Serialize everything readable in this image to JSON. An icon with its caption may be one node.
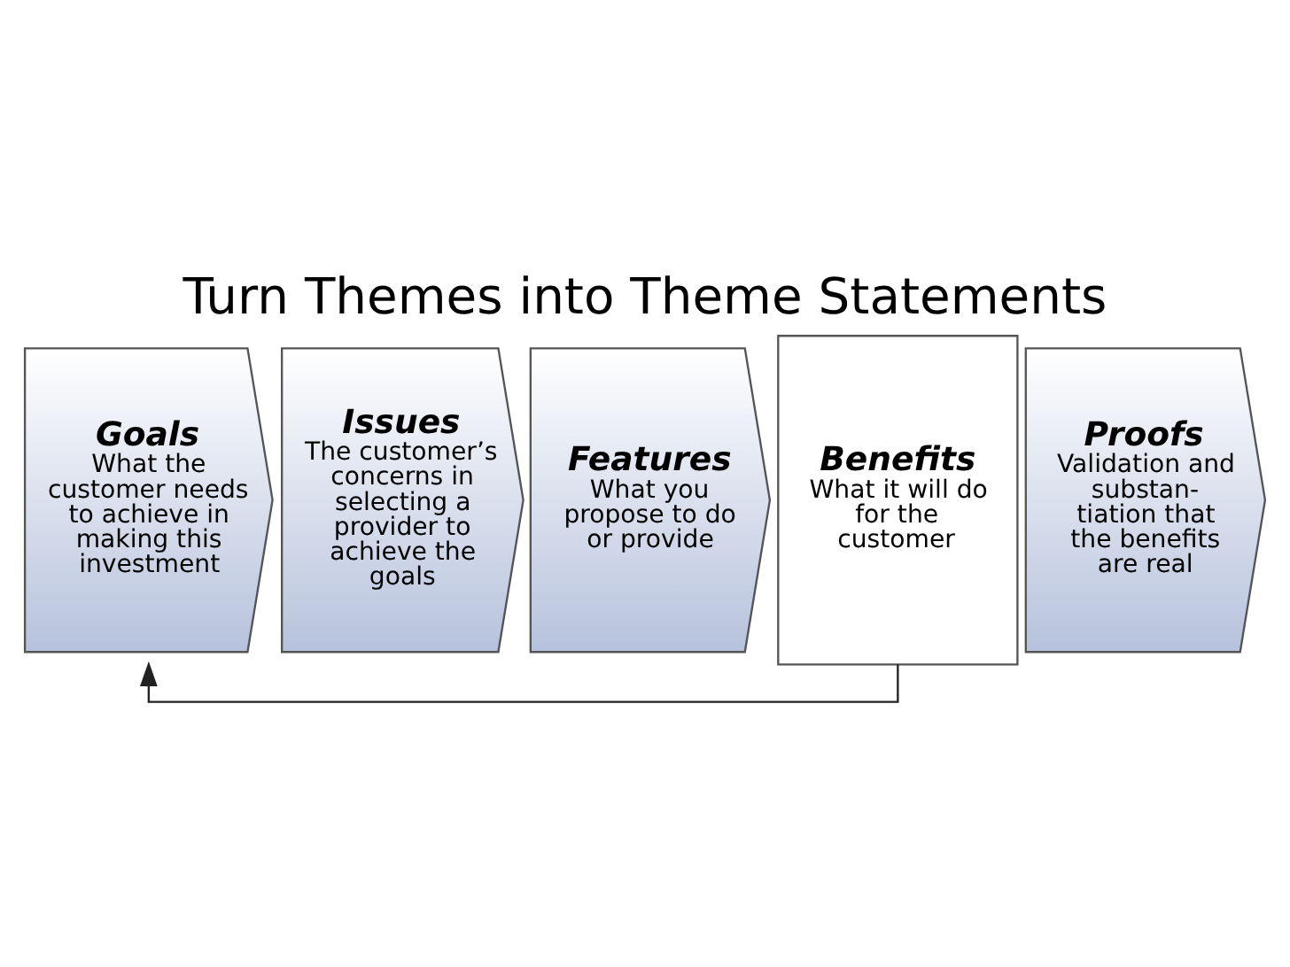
{
  "diagram": {
    "title": "Turn Themes into Theme Statements",
    "nodes": [
      {
        "text": [
          "Goals",
          "What the customer needs to achieve in making this investment"
        ]
      },
      {
        "text": [
          "Issues",
          "The customer’s concerns in selecting a provider to achieve the goals"
        ]
      },
      {
        "text": [
          "Features",
          "What you propose to do or provide"
        ]
      },
      {
        "text": [
          "Benefits",
          "What it will do for the customer"
        ]
      },
      {
        "text": [
          "Proofs",
          "Validation and substan- tiation that the benefits are real"
        ]
      }
    ],
    "edges": [
      {
        "from": 3,
        "to": 0,
        "arrow": "to"
      }
    ]
  }
}
